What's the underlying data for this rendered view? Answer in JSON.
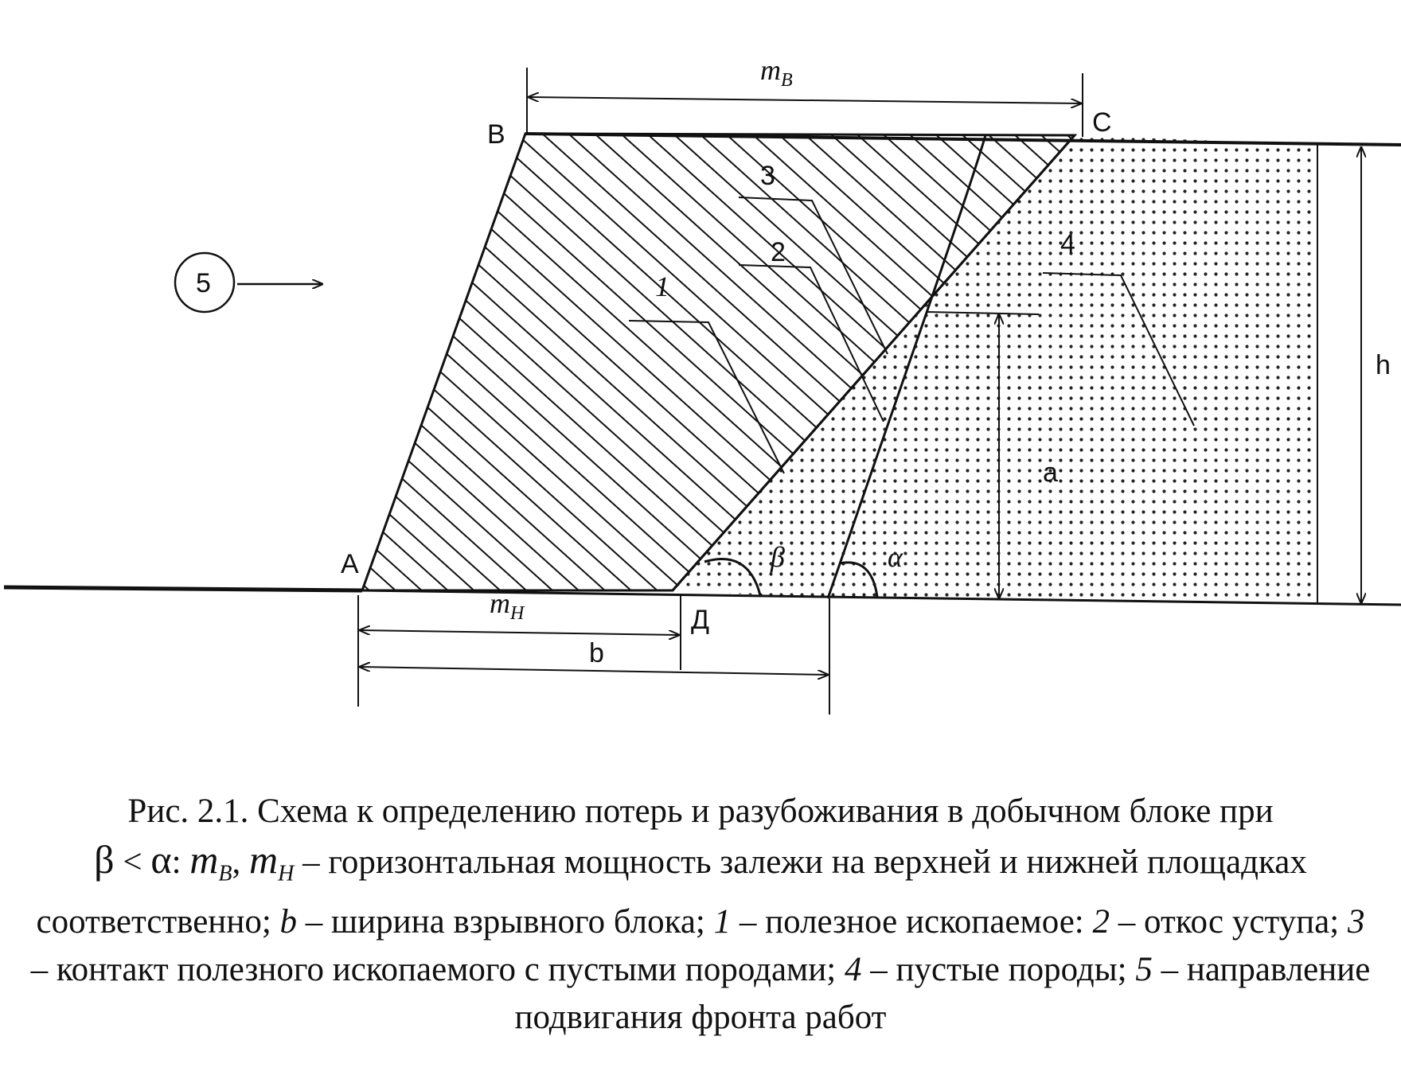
{
  "diagram": {
    "points": {
      "A": "A",
      "B": "B",
      "C": "C",
      "D": "Д"
    },
    "labels": {
      "m_top": "m",
      "m_top_sub": "B",
      "m_bottom": "m",
      "m_bottom_sub": "H",
      "b": "b",
      "h": "h",
      "a": "a",
      "alpha": "α",
      "beta": "β",
      "n1": "1",
      "n2": "2",
      "n3": "3",
      "n4": "4",
      "n5": "5"
    },
    "colors": {
      "ink": "#111111",
      "paper": "#ffffff"
    }
  },
  "caption": {
    "line1": "Рис. 2.1. Схема к определению потерь и разубоживания в добычном блоке при",
    "cond_beta": "β",
    "cond_op": " < ",
    "cond_alpha": "α",
    "cond_colon": ":",
    "m_letter": "m",
    "sub_B": "B",
    "comma": ",",
    "sub_H": "H",
    "text_mdef": " – горизонтальная мощность залежи на верхней и нижней площадках соответственно; ",
    "b_letter": "b",
    "text_bdef": " – ширина взрывного блока; ",
    "n1": "1",
    "text_1": " – полезное ископаемое: ",
    "n2": "2",
    "text_2": " – откос уступа; ",
    "n3": "3",
    "text_3": " – контакт полезного ископаемого с пустыми породами; ",
    "n4": "4",
    "text_4": " – пустые породы; ",
    "n5": "5",
    "text_5": " – направление подвигания фронта работ"
  }
}
